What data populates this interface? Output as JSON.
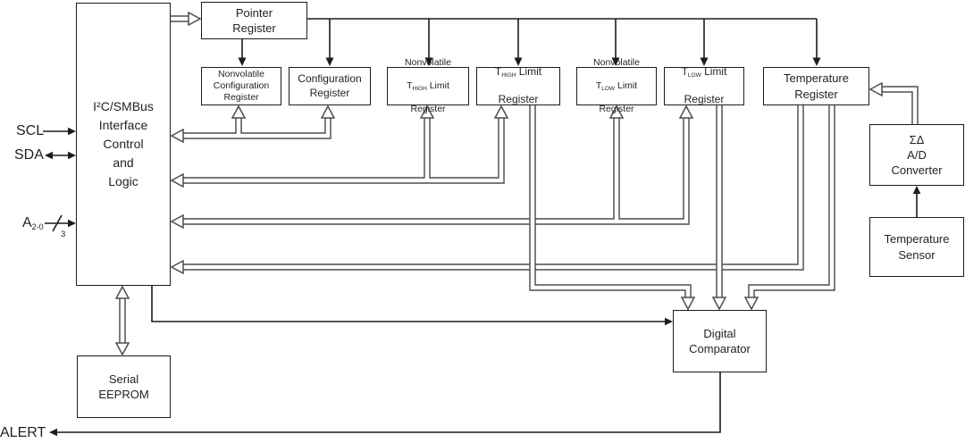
{
  "colors": {
    "background": "#ffffff",
    "box_border": "#1c1c1c",
    "bus_line": "#4d4d4f",
    "text": "#231f20"
  },
  "pins": {
    "scl": "SCL",
    "sda": "SDA",
    "addr_base": "A",
    "addr_sub": "2-0",
    "addr_bus_width": "3",
    "alert": "ALERT"
  },
  "blocks": {
    "i2c": {
      "lines": [
        "I²C/SMBus",
        "Interface",
        "Control",
        "and",
        "Logic"
      ]
    },
    "pointer": {
      "lines": [
        "Pointer",
        "Register"
      ]
    },
    "nv_config": {
      "lines": [
        "Nonvolatile",
        "Configuration",
        "Register"
      ]
    },
    "config": {
      "lines": [
        "Configuration",
        "Register"
      ]
    },
    "nv_thigh": {
      "line1": "Nonvolatile",
      "t": "T",
      "t_sub": "HIGH",
      "t_after": " Limit",
      "line3": "Register"
    },
    "thigh": {
      "t": "T",
      "t_sub": "HIGH",
      "t_after": " Limit",
      "line2": "Register"
    },
    "nv_tlow": {
      "line1": "Nonvolatile",
      "t": "T",
      "t_sub": "LOW",
      "t_after": " Limit",
      "line3": "Register"
    },
    "tlow": {
      "t": "T",
      "t_sub": "LOW",
      "t_after": " Limit",
      "line2": "Register"
    },
    "temp_reg": {
      "lines": [
        "Temperature",
        "Register"
      ]
    },
    "adc": {
      "lines": [
        "ΣΔ",
        "A/D",
        "Converter"
      ]
    },
    "temp_sensor": {
      "lines": [
        "Temperature",
        "Sensor"
      ]
    },
    "comparator": {
      "lines": [
        "Digital",
        "Comparator"
      ]
    },
    "eeprom": {
      "lines": [
        "Serial",
        "EEPROM"
      ]
    }
  }
}
